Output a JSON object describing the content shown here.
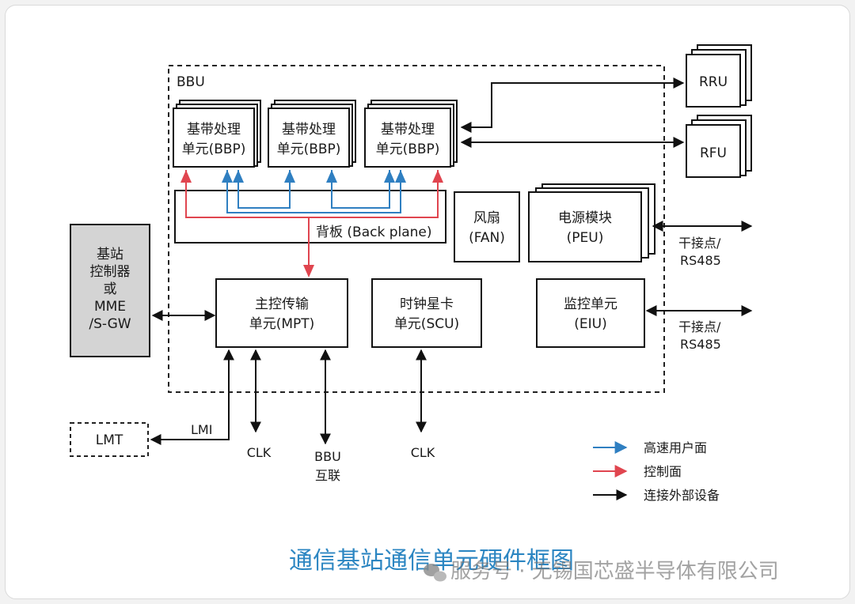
{
  "bbu": {
    "label": "BBU"
  },
  "bbp": [
    {
      "line1": "基带处理",
      "line2": "单元(BBP)"
    },
    {
      "line1": "基带处理",
      "line2": "单元(BBP)"
    },
    {
      "line1": "基带处理",
      "line2": "单元(BBP)"
    }
  ],
  "backplane": {
    "label": "背板 (Back plane)"
  },
  "fan": {
    "line1": "风扇",
    "line2": "(FAN)"
  },
  "peu": {
    "line1": "电源模块",
    "line2": "(PEU)"
  },
  "mpt": {
    "line1": "主控传输",
    "line2": "单元(MPT)"
  },
  "scu": {
    "line1": "时钟星卡",
    "line2": "单元(SCU)"
  },
  "eiu": {
    "line1": "监控单元",
    "line2": "(EIU)"
  },
  "controller": {
    "lines": [
      "基站",
      "控制器",
      "或",
      "MME",
      "/S-GW"
    ]
  },
  "rru": {
    "label": "RRU"
  },
  "rfu": {
    "label": "RFU"
  },
  "dry_contact_1": {
    "line1": "干接点/",
    "line2": "RS485"
  },
  "dry_contact_2": {
    "line1": "干接点/",
    "line2": "RS485"
  },
  "lmt": {
    "label": "LMT"
  },
  "lmi": {
    "label": "LMI"
  },
  "clk_1": {
    "label": "CLK"
  },
  "clk_2": {
    "label": "CLK"
  },
  "bbu_interconnect": {
    "line1": "BBU",
    "line2": "互联"
  },
  "legend": [
    {
      "label": "高速用户面",
      "color": "#2f7fc1"
    },
    {
      "label": "控制面",
      "color": "#e0454f"
    },
    {
      "label": "连接外部设备",
      "color": "#111111"
    }
  ],
  "caption": "通信基站通信单元硬件框图",
  "watermark": "服务号 · 无锡国芯盛半导体有限公司",
  "colors": {
    "user_plane": "#2f7fc1",
    "control_plane": "#e0454f",
    "external": "#111111",
    "controller_fill": "#d4d4d4",
    "caption": "#2c86c2"
  }
}
